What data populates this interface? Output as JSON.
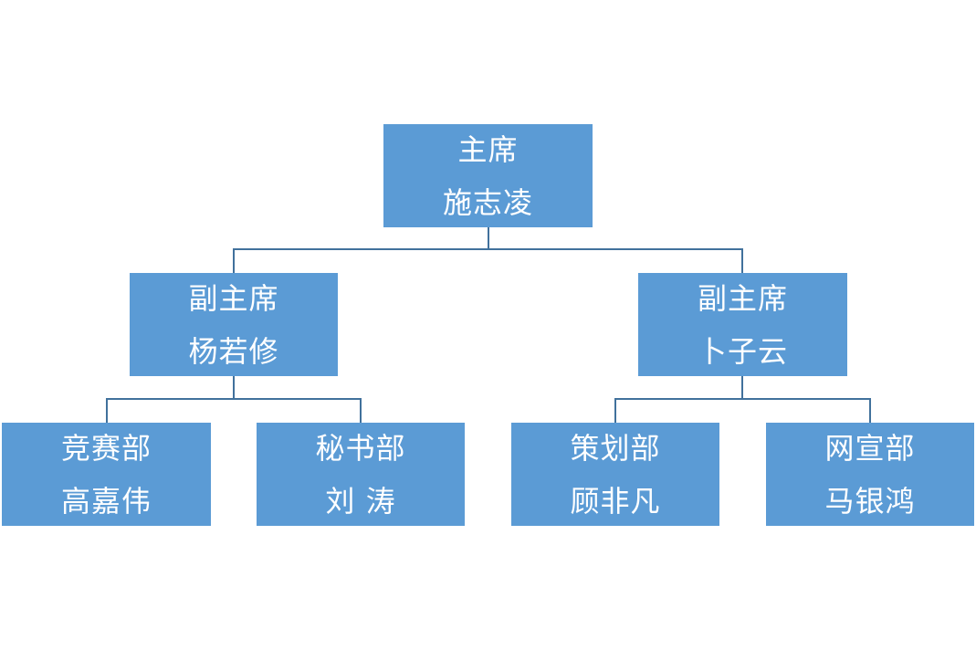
{
  "org_chart": {
    "chair": {
      "title": "主席",
      "name": "施志凌"
    },
    "vice_chairs": [
      {
        "title": "副主席",
        "name": "杨若修"
      },
      {
        "title": "副主席",
        "name": "卜子云"
      }
    ],
    "departments": [
      {
        "title": "竞赛部",
        "name": "高嘉伟",
        "reports_to": 0
      },
      {
        "title": "秘书部",
        "name": "刘 涛",
        "reports_to": 0
      },
      {
        "title": "策划部",
        "name": "顾非凡",
        "reports_to": 1
      },
      {
        "title": "网宣部",
        "name": "马银鸿",
        "reports_to": 1
      }
    ]
  },
  "colors": {
    "box_fill": "#5b9bd5",
    "box_text": "#ffffff",
    "connector": "#41719c"
  }
}
